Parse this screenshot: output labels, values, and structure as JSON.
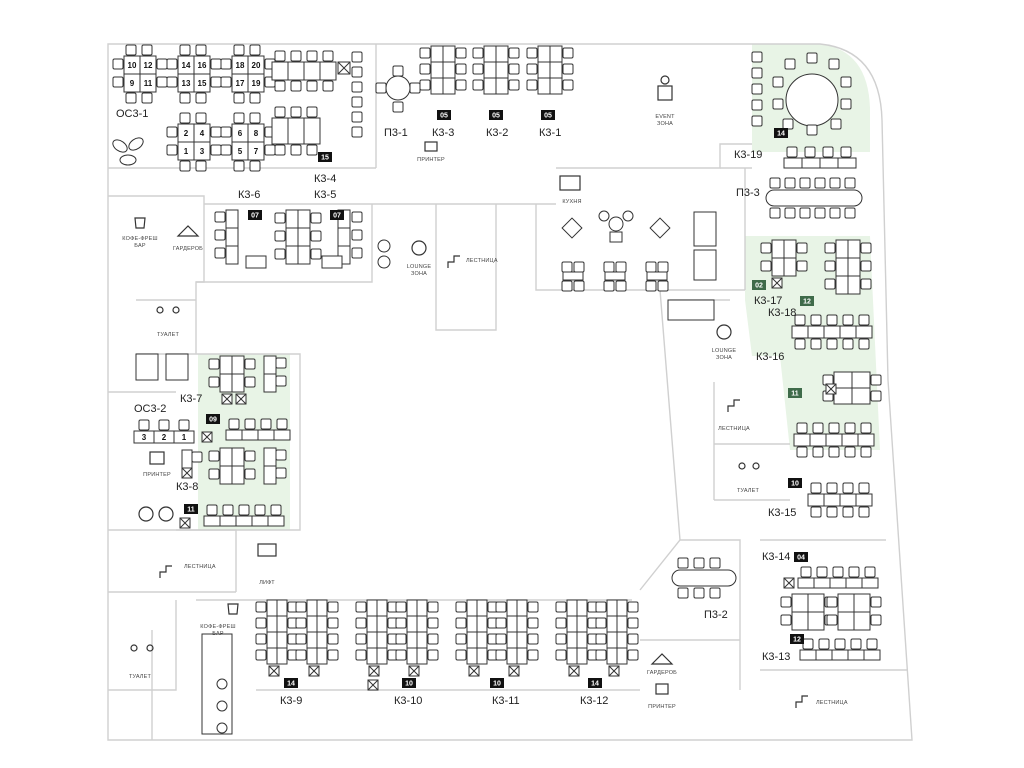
{
  "rooms": [
    {
      "id": "os3-1",
      "label": "ОС3-1"
    },
    {
      "id": "k3-4",
      "label": "К3-4"
    },
    {
      "id": "p3-1",
      "label": "П3-1"
    },
    {
      "id": "k3-3",
      "label": "К3-3"
    },
    {
      "id": "k3-2",
      "label": "К3-2"
    },
    {
      "id": "k3-1",
      "label": "К3-1"
    },
    {
      "id": "k3-19",
      "label": "К3-19"
    },
    {
      "id": "p3-3",
      "label": "П3-3"
    },
    {
      "id": "k3-6",
      "label": "К3-6"
    },
    {
      "id": "k3-5",
      "label": "К3-5"
    },
    {
      "id": "k3-17",
      "label": "К3-17"
    },
    {
      "id": "k3-18",
      "label": "К3-18"
    },
    {
      "id": "k3-16",
      "label": "К3-16"
    },
    {
      "id": "k3-7",
      "label": "К3-7"
    },
    {
      "id": "os3-2",
      "label": "ОС3-2"
    },
    {
      "id": "k3-8",
      "label": "К3-8"
    },
    {
      "id": "k3-15",
      "label": "К3-15"
    },
    {
      "id": "k3-14",
      "label": "К3-14"
    },
    {
      "id": "p3-2",
      "label": "П3-2"
    },
    {
      "id": "k3-13",
      "label": "К3-13"
    },
    {
      "id": "k3-9",
      "label": "К3-9"
    },
    {
      "id": "k3-10",
      "label": "К3-10"
    },
    {
      "id": "k3-11",
      "label": "К3-11"
    },
    {
      "id": "k3-12",
      "label": "К3-12"
    }
  ],
  "counts": [
    {
      "id": "c-k3-4",
      "value": "15"
    },
    {
      "id": "c-k3-3",
      "value": "05"
    },
    {
      "id": "c-k3-2",
      "value": "05"
    },
    {
      "id": "c-k3-1",
      "value": "05"
    },
    {
      "id": "c-k3-19",
      "value": "14"
    },
    {
      "id": "c-k3-6",
      "value": "07"
    },
    {
      "id": "c-k3-5",
      "value": "07"
    },
    {
      "id": "c-k3-17",
      "value": "02"
    },
    {
      "id": "c-k3-18",
      "value": "12"
    },
    {
      "id": "c-k3-16",
      "value": "11"
    },
    {
      "id": "c-k3-7",
      "value": "09"
    },
    {
      "id": "c-k3-8",
      "value": "11"
    },
    {
      "id": "c-k3-15",
      "value": "10"
    },
    {
      "id": "c-k3-14",
      "value": "04"
    },
    {
      "id": "c-k3-13",
      "value": "12"
    },
    {
      "id": "c-k3-9",
      "value": "14"
    },
    {
      "id": "c-k3-10",
      "value": "10"
    },
    {
      "id": "c-k3-11",
      "value": "10"
    },
    {
      "id": "c-k3-12",
      "value": "14"
    }
  ],
  "zones": {
    "event": "EVENT\nЗОНА",
    "printer_top": "ПРИНТЕР",
    "kitchen": "КУХНЯ",
    "coffee_left": "КОФЕ-ФРЕШ\nБАР",
    "wardrobe_left": "ГАРДЕРОБ",
    "lounge_top": "LOUNGE\nЗОНА",
    "stairs_top": "ЛЕСТНИЦА",
    "toilet_left": "ТУАЛЕТ",
    "printer_left": "ПРИНТЕР",
    "lounge_right": "LOUNGE\nЗОНА",
    "stairs_right": "ЛЕСТНИЦА",
    "toilet_right": "ТУАЛЕТ",
    "stairs_left": "ЛЕСТНИЦА",
    "lift": "ЛИФТ",
    "coffee_bottom": "КОФЕ-ФРЕШ\nБАР",
    "toilet_bottom": "ТУАЛЕТ",
    "wardrobe_bottom": "ГАРДЕРОБ",
    "printer_bottom": "ПРИНТЕР",
    "stairs_bottom": "ЛЕСТНИЦА"
  },
  "desk_numbers": {
    "os31_a": [
      "10",
      "12",
      "9",
      "11"
    ],
    "os31_b": [
      "14",
      "16",
      "13",
      "15"
    ],
    "os31_c": [
      "18",
      "20",
      "17",
      "19"
    ],
    "os31_d": [
      "2",
      "4",
      "1",
      "3"
    ],
    "os31_e": [
      "6",
      "8",
      "5",
      "7"
    ],
    "os32": [
      "3",
      "2",
      "1"
    ]
  },
  "colors": {
    "highlight": "#e8f4e6",
    "badge": "#111111",
    "badge_green": "#3f6b4a",
    "wall": "#d0d0d0"
  }
}
